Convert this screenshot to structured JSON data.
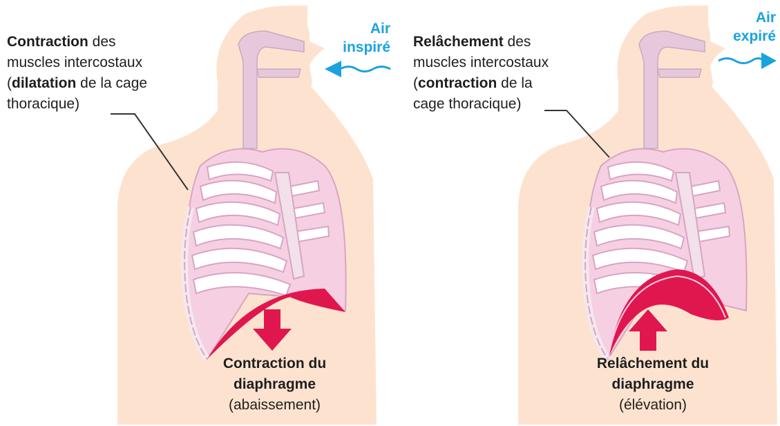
{
  "left": {
    "label_line1_bold": "Contraction",
    "label_line1_rest": " des",
    "label_line2": "muscles intercostaux",
    "label_line3_open": "(",
    "label_line3_bold": "dilatation",
    "label_line3_rest": " de la cage",
    "label_line4": "thoracique)",
    "air_line1": "Air",
    "air_line2": "inspiré",
    "diaphragm_bold1": "Contraction du",
    "diaphragm_bold2": "diaphragme",
    "diaphragm_note": "(abaissement)"
  },
  "right": {
    "label_line1_bold": "Relâchement",
    "label_line1_rest": " des",
    "label_line2": "muscles intercostaux",
    "label_line3_open": "(",
    "label_line3_bold": "contraction",
    "label_line3_rest": " de la",
    "label_line4": "cage thoracique)",
    "air_line1": "Air",
    "air_line2": "expiré",
    "diaphragm_bold1": "Relâchement du",
    "diaphragm_bold2": "diaphragme",
    "diaphragm_note": "(élévation)"
  },
  "colors": {
    "skin": "#fde3cf",
    "airway": "#e5c8dc",
    "lung": "#f6cfe3",
    "rib": "#ffffff",
    "diaphragm": "#e0174f",
    "arrow": "#e0174f",
    "air_text": "#1aa2df",
    "label_line": "#333333"
  },
  "icons": [
    "arrow-left-icon",
    "arrow-right-icon",
    "arrow-down-icon",
    "arrow-up-icon"
  ]
}
